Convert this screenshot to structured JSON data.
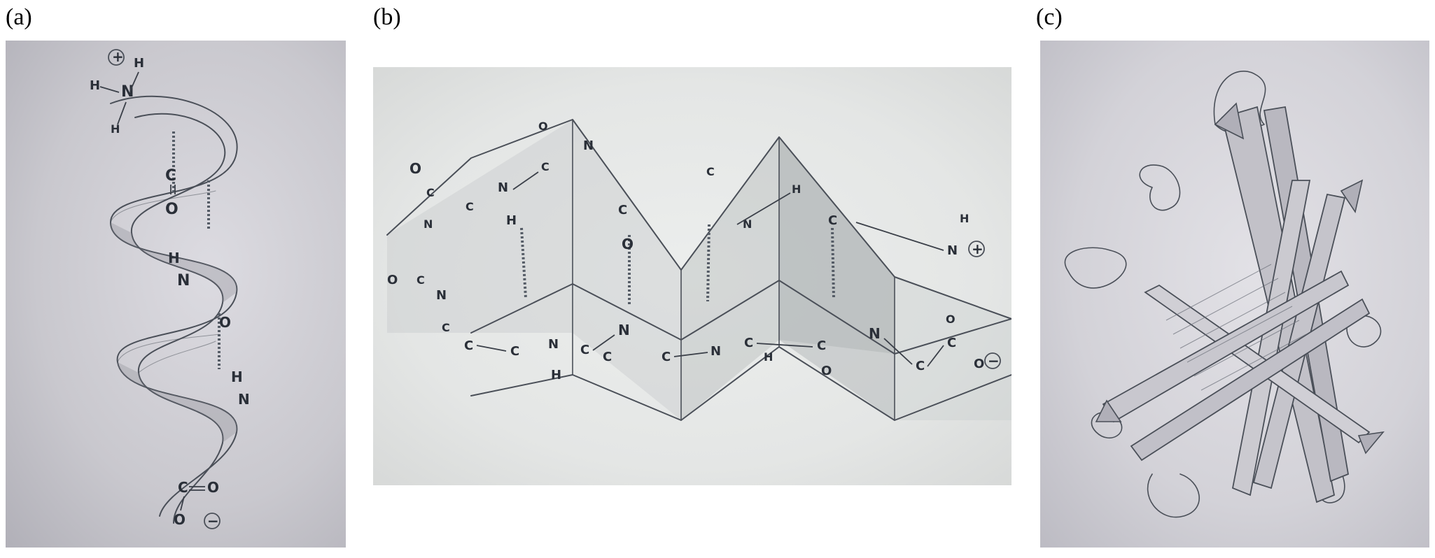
{
  "figure": {
    "panels": [
      {
        "label": "(a)"
      },
      {
        "label": "(b)"
      },
      {
        "label": "(c)"
      }
    ],
    "alpha_helix": {
      "atoms": [
        "H",
        "H",
        "N",
        "H",
        "C",
        "O",
        "H",
        "N",
        "O",
        "H",
        "N",
        "C",
        "O",
        "O"
      ],
      "charges": [
        "+",
        "−"
      ]
    },
    "beta_sheet": {
      "atoms_top": [
        "O",
        "C",
        "N",
        "C",
        "H",
        "N",
        "C",
        "O",
        "N",
        "C",
        "O",
        "C",
        "N",
        "H",
        "C",
        "N",
        "H"
      ],
      "atoms_bottom": [
        "O",
        "C",
        "N",
        "C",
        "C",
        "N",
        "H",
        "C",
        "C",
        "N",
        "C",
        "C",
        "N",
        "H",
        "C",
        "C",
        "O",
        "N",
        "C",
        "C",
        "O",
        "O"
      ],
      "charges": [
        "+",
        "−"
      ]
    },
    "colors": {
      "paper_a": "#c9c8ce",
      "paper_b": "#e4e6e5",
      "paper_c": "#d3d2d8",
      "pencil": "#4a4f58"
    }
  }
}
